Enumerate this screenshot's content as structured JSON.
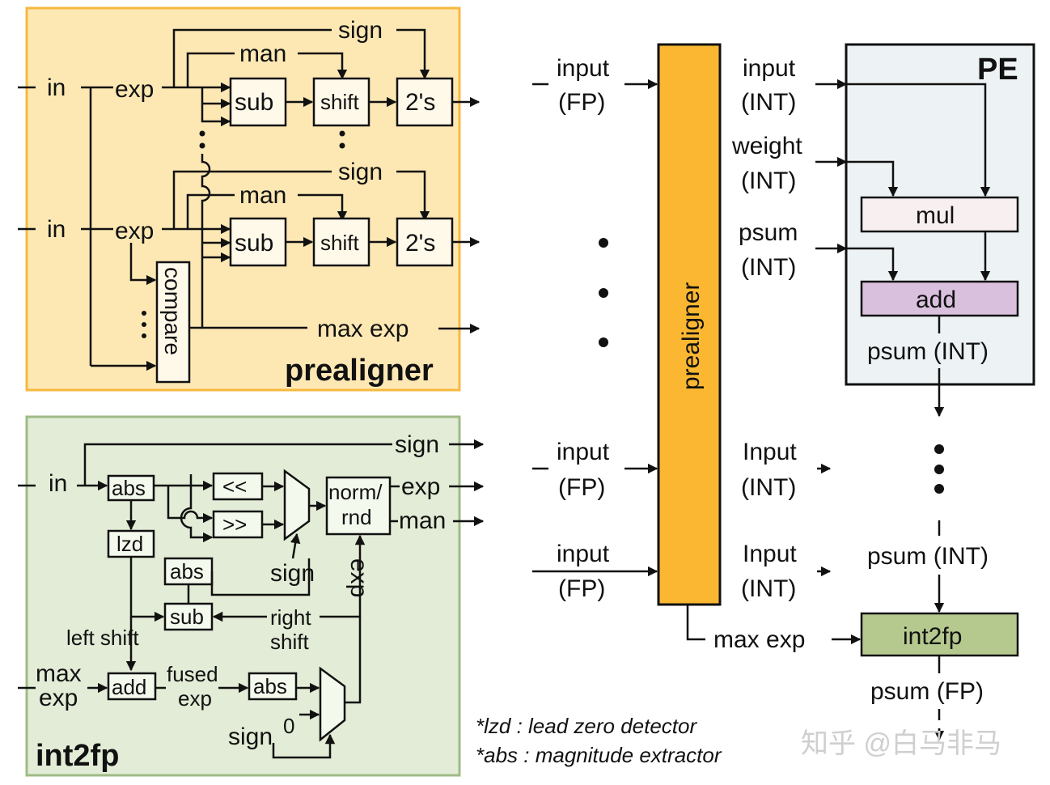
{
  "prealigner_panel": {
    "title": "prealigner",
    "in_label": "in",
    "exp_label": "exp",
    "sign_label": "sign",
    "man_label": "man",
    "sub_label": "sub",
    "shift_label": "shift",
    "twos_label": "2's",
    "compare_label": "compare",
    "max_exp_label": "max exp",
    "colors": {
      "fill": "#fde8b4",
      "border": "#f7b840"
    }
  },
  "int2fp_panel": {
    "title": "int2fp",
    "in_label": "in",
    "abs_label": "abs",
    "lzd_label": "lzd",
    "shl_label": "<<",
    "shr_label": ">>",
    "norm_label": "norm/",
    "rnd_label": "rnd",
    "sign_label": "sign",
    "exp_label": "exp",
    "man_label": "man",
    "sub_label": "sub",
    "right_label": "right",
    "shift_label": "shift",
    "left_shift_label": "left shift",
    "max_label": "max",
    "exp2_label": "exp",
    "add_label": "add",
    "fused_label": "fused",
    "fused_exp_label": "exp",
    "zero_label": "0",
    "exp_vertical_label": "exp",
    "colors": {
      "fill": "#e3ecd6",
      "border": "#9fbb86"
    }
  },
  "system": {
    "input_label": "input",
    "input_cap_label": "Input",
    "fp_label": "(FP)",
    "int_label": "(INT)",
    "weight_label": "weight",
    "psum_label": "psum",
    "prealigner_label": "prealigner",
    "pe_title": "PE",
    "mul_label": "mul",
    "add_label": "add",
    "psum_int_label": "psum (INT)",
    "int2fp_label": "int2fp",
    "max_exp_label": "max exp",
    "psum_fp_label": "psum (FP)",
    "colors": {
      "prealigner_bar": "#fbb731",
      "pe_fill": "#edf2f4",
      "mul_fill": "#f8eff0",
      "add_fill": "#d9c0dd",
      "int2fp_fill": "#b5c98f"
    }
  },
  "notes": {
    "lzd": "*lzd  : lead zero detector",
    "abs": "*abs : magnitude extractor"
  },
  "watermark": "知乎 @白马非马"
}
